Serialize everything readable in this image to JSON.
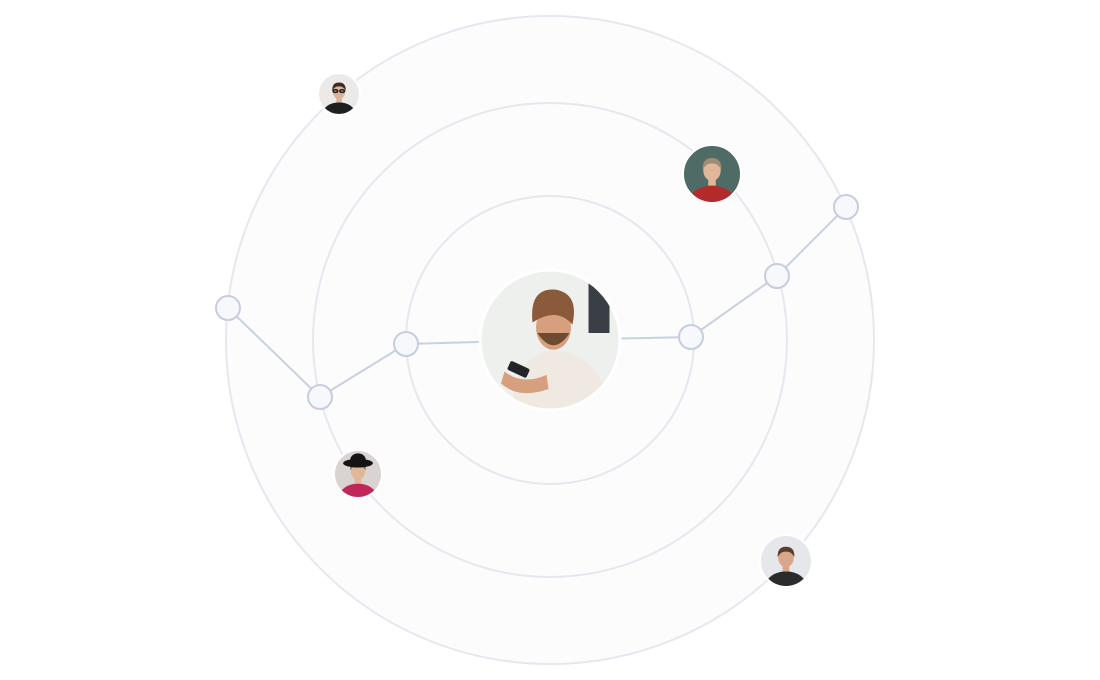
{
  "colors": {
    "background": "#ffffff",
    "orbit_fill": "#fcfcfd",
    "orbit_stroke": "#e6e8ef",
    "connector_line": "#c9d0e0",
    "node_fill": "#f7f8fc",
    "node_stroke": "#c5cde0",
    "avatar_border": "#ffffff"
  },
  "center_avatar": {
    "icon": "user-photo-man-with-phone",
    "skin": "#d6a07e",
    "hair": "#8a5a3a",
    "shirt": "#efe9e2",
    "backdrop": "#eef0ee"
  },
  "orbit_rings": [
    "inner-ring",
    "middle-ring",
    "outer-ring"
  ],
  "path_nodes": [
    "node-1",
    "node-2",
    "node-3",
    "node-4",
    "node-5",
    "node-6"
  ],
  "avatars": [
    {
      "id": "avatar-man-glasses",
      "icon": "user-photo-man-glasses",
      "skin": "#d9b39a",
      "hair": "#3b2c24",
      "shirt": "#1f1f22",
      "backdrop": "#eceae8"
    },
    {
      "id": "avatar-woman-short-hair",
      "icon": "user-photo-woman-short-hair",
      "skin": "#e2b69a",
      "hair": "#9c8e74",
      "shirt": "#b32a2a",
      "backdrop": "#4f6b66"
    },
    {
      "id": "avatar-woman-hat",
      "icon": "user-photo-woman-hat",
      "skin": "#e0b899",
      "hair": "#8a5d3a",
      "shirt": "#c0285a",
      "backdrop": "#d9d4d2"
    },
    {
      "id": "avatar-man-beard",
      "icon": "user-photo-man-beard",
      "skin": "#d8a78a",
      "hair": "#5b3e2e",
      "shirt": "#2b2b2e",
      "backdrop": "#e6e7ea"
    }
  ]
}
